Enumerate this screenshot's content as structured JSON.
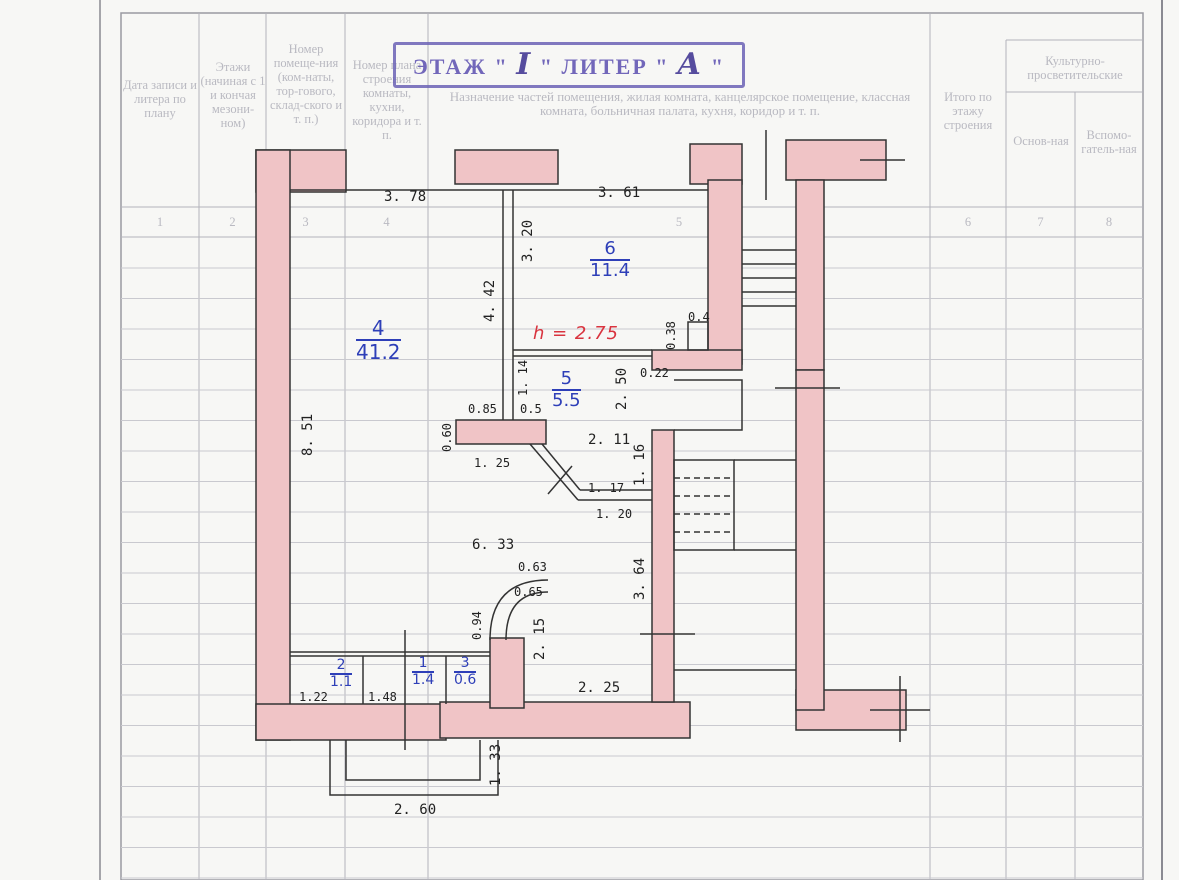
{
  "stamp": {
    "floor_label": "ЭТАЖ",
    "floor_value": "I",
    "liter_label": "ЛИТЕР",
    "liter_value": "А"
  },
  "headers": [
    {
      "id": "c1",
      "text": "Дата записи и литера по плану"
    },
    {
      "id": "c2",
      "text": "Этажи (начиная с 1 и кончая мезони-ном)"
    },
    {
      "id": "c3",
      "text": "Номер помеще-ния (ком-наты, тор-гового, склад-ского и т. п.)"
    },
    {
      "id": "c4",
      "text": "Номер плана строения комнаты, кухни, коридора и т. п."
    },
    {
      "id": "c5",
      "text": "Назначение частей помещения, жилая комната, канцелярское помещение, классная комната, больничная палата, кухня, коридор и т. п."
    },
    {
      "id": "c6",
      "text": "Итого по этажу строения"
    },
    {
      "id": "c78",
      "text": "Культурно-просветительские"
    },
    {
      "id": "c7",
      "text": "Основ-ная"
    },
    {
      "id": "c8",
      "text": "Вспомо-гатель-ная"
    }
  ],
  "column_numbers": [
    "1",
    "2",
    "3",
    "4",
    "5",
    "6",
    "7",
    "8"
  ],
  "rooms": [
    {
      "number": "4",
      "area": "41.2"
    },
    {
      "number": "6",
      "area": "11.4"
    },
    {
      "number": "5",
      "area": "5.5"
    },
    {
      "number": "2",
      "area": "1.1"
    },
    {
      "number": "1",
      "area": "1.4"
    },
    {
      "number": "3",
      "area": "0.6"
    }
  ],
  "ceiling_height": "h = 2.75",
  "dimensions": {
    "d378": "3. 78",
    "d361": "3. 61",
    "d320": "3. 20",
    "d442": "4. 42",
    "d038": "0.38",
    "d04": "0.4",
    "d851": "8. 51",
    "d114": "1. 14",
    "d250": "2. 50",
    "d022": "0.22",
    "d085": "0.85",
    "d05": "0.5",
    "d060": "0.60",
    "d125": "1. 25",
    "d211": "2. 11",
    "d116": "1. 16",
    "d117": "1. 17",
    "d120": "1. 20",
    "d633": "6. 33",
    "d063": "0.63",
    "d065": "0.65",
    "d364": "3. 64",
    "d094": "0.94",
    "d215": "2. 15",
    "d122": "1.22",
    "d148": "1.48",
    "d225": "2. 25",
    "d133": "1. 33",
    "d260": "2. 60"
  },
  "colors": {
    "wall_fill": "#f0c4c6",
    "wall_line": "#333333",
    "area_ink": "#2e3fb8",
    "height_ink": "#d9343f",
    "stamp_ink": "#5b4fb0",
    "grid": "#c7c7cc"
  }
}
